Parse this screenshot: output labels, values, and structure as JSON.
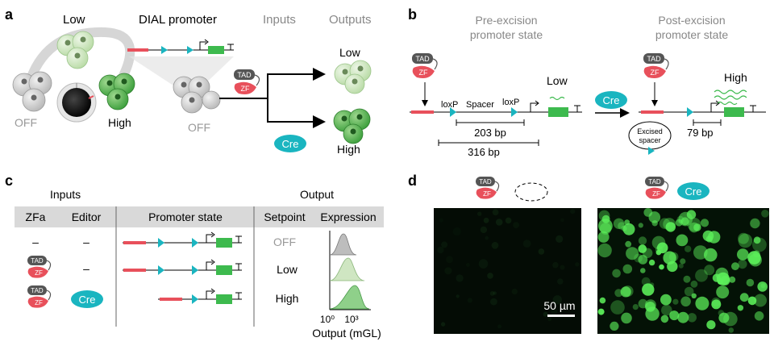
{
  "panels": {
    "a": {
      "label": "a",
      "low": "Low",
      "dial_promoter": "DIAL promoter",
      "inputs": "Inputs",
      "outputs": "Outputs",
      "off_left": "OFF",
      "high_left": "High",
      "off_mid": "OFF",
      "out_low": "Low",
      "out_high": "High",
      "tad": "TAD",
      "zf": "ZF",
      "cre": "Cre"
    },
    "b": {
      "label": "b",
      "pre_title_1": "Pre-excision",
      "pre_title_2": "promoter state",
      "post_title_1": "Post-excision",
      "post_title_2": "promoter state",
      "tad": "TAD",
      "zf": "ZF",
      "loxp_1": "loxP",
      "spacer": "Spacer",
      "loxp_2": "loxP",
      "low": "Low",
      "bp203": "203 bp",
      "bp316": "316 bp",
      "cre": "Cre",
      "high": "High",
      "excised_1": "Excised",
      "excised_2": "spacer",
      "bp79": "79 bp"
    },
    "c": {
      "label": "c",
      "inputs": "Inputs",
      "output": "Output",
      "headers": [
        "ZFa",
        "Editor",
        "Promoter state",
        "Setpoint",
        "Expression"
      ],
      "rows": [
        {
          "zfa": "–",
          "editor": "–",
          "setpoint": "OFF"
        },
        {
          "zfa": "",
          "editor": "–",
          "setpoint": "Low"
        },
        {
          "zfa": "",
          "editor": "",
          "setpoint": "High"
        }
      ],
      "tad": "TAD",
      "zf": "ZF",
      "cre": "Cre",
      "axis_tick_1": "10⁰",
      "axis_tick_2": "10³",
      "axis_label": "Output (mGL)"
    },
    "d": {
      "label": "d",
      "tad": "TAD",
      "zf": "ZF",
      "cre": "Cre",
      "scale": "50 µm"
    }
  },
  "colors": {
    "tad": "#555555",
    "zf": "#e8505b",
    "cre": "#1ab5c0",
    "gene": "#3dba4e",
    "off_cell": "#c9c9c9",
    "low_cell": "#cfe6c2",
    "high_cell": "#5ab55a"
  }
}
